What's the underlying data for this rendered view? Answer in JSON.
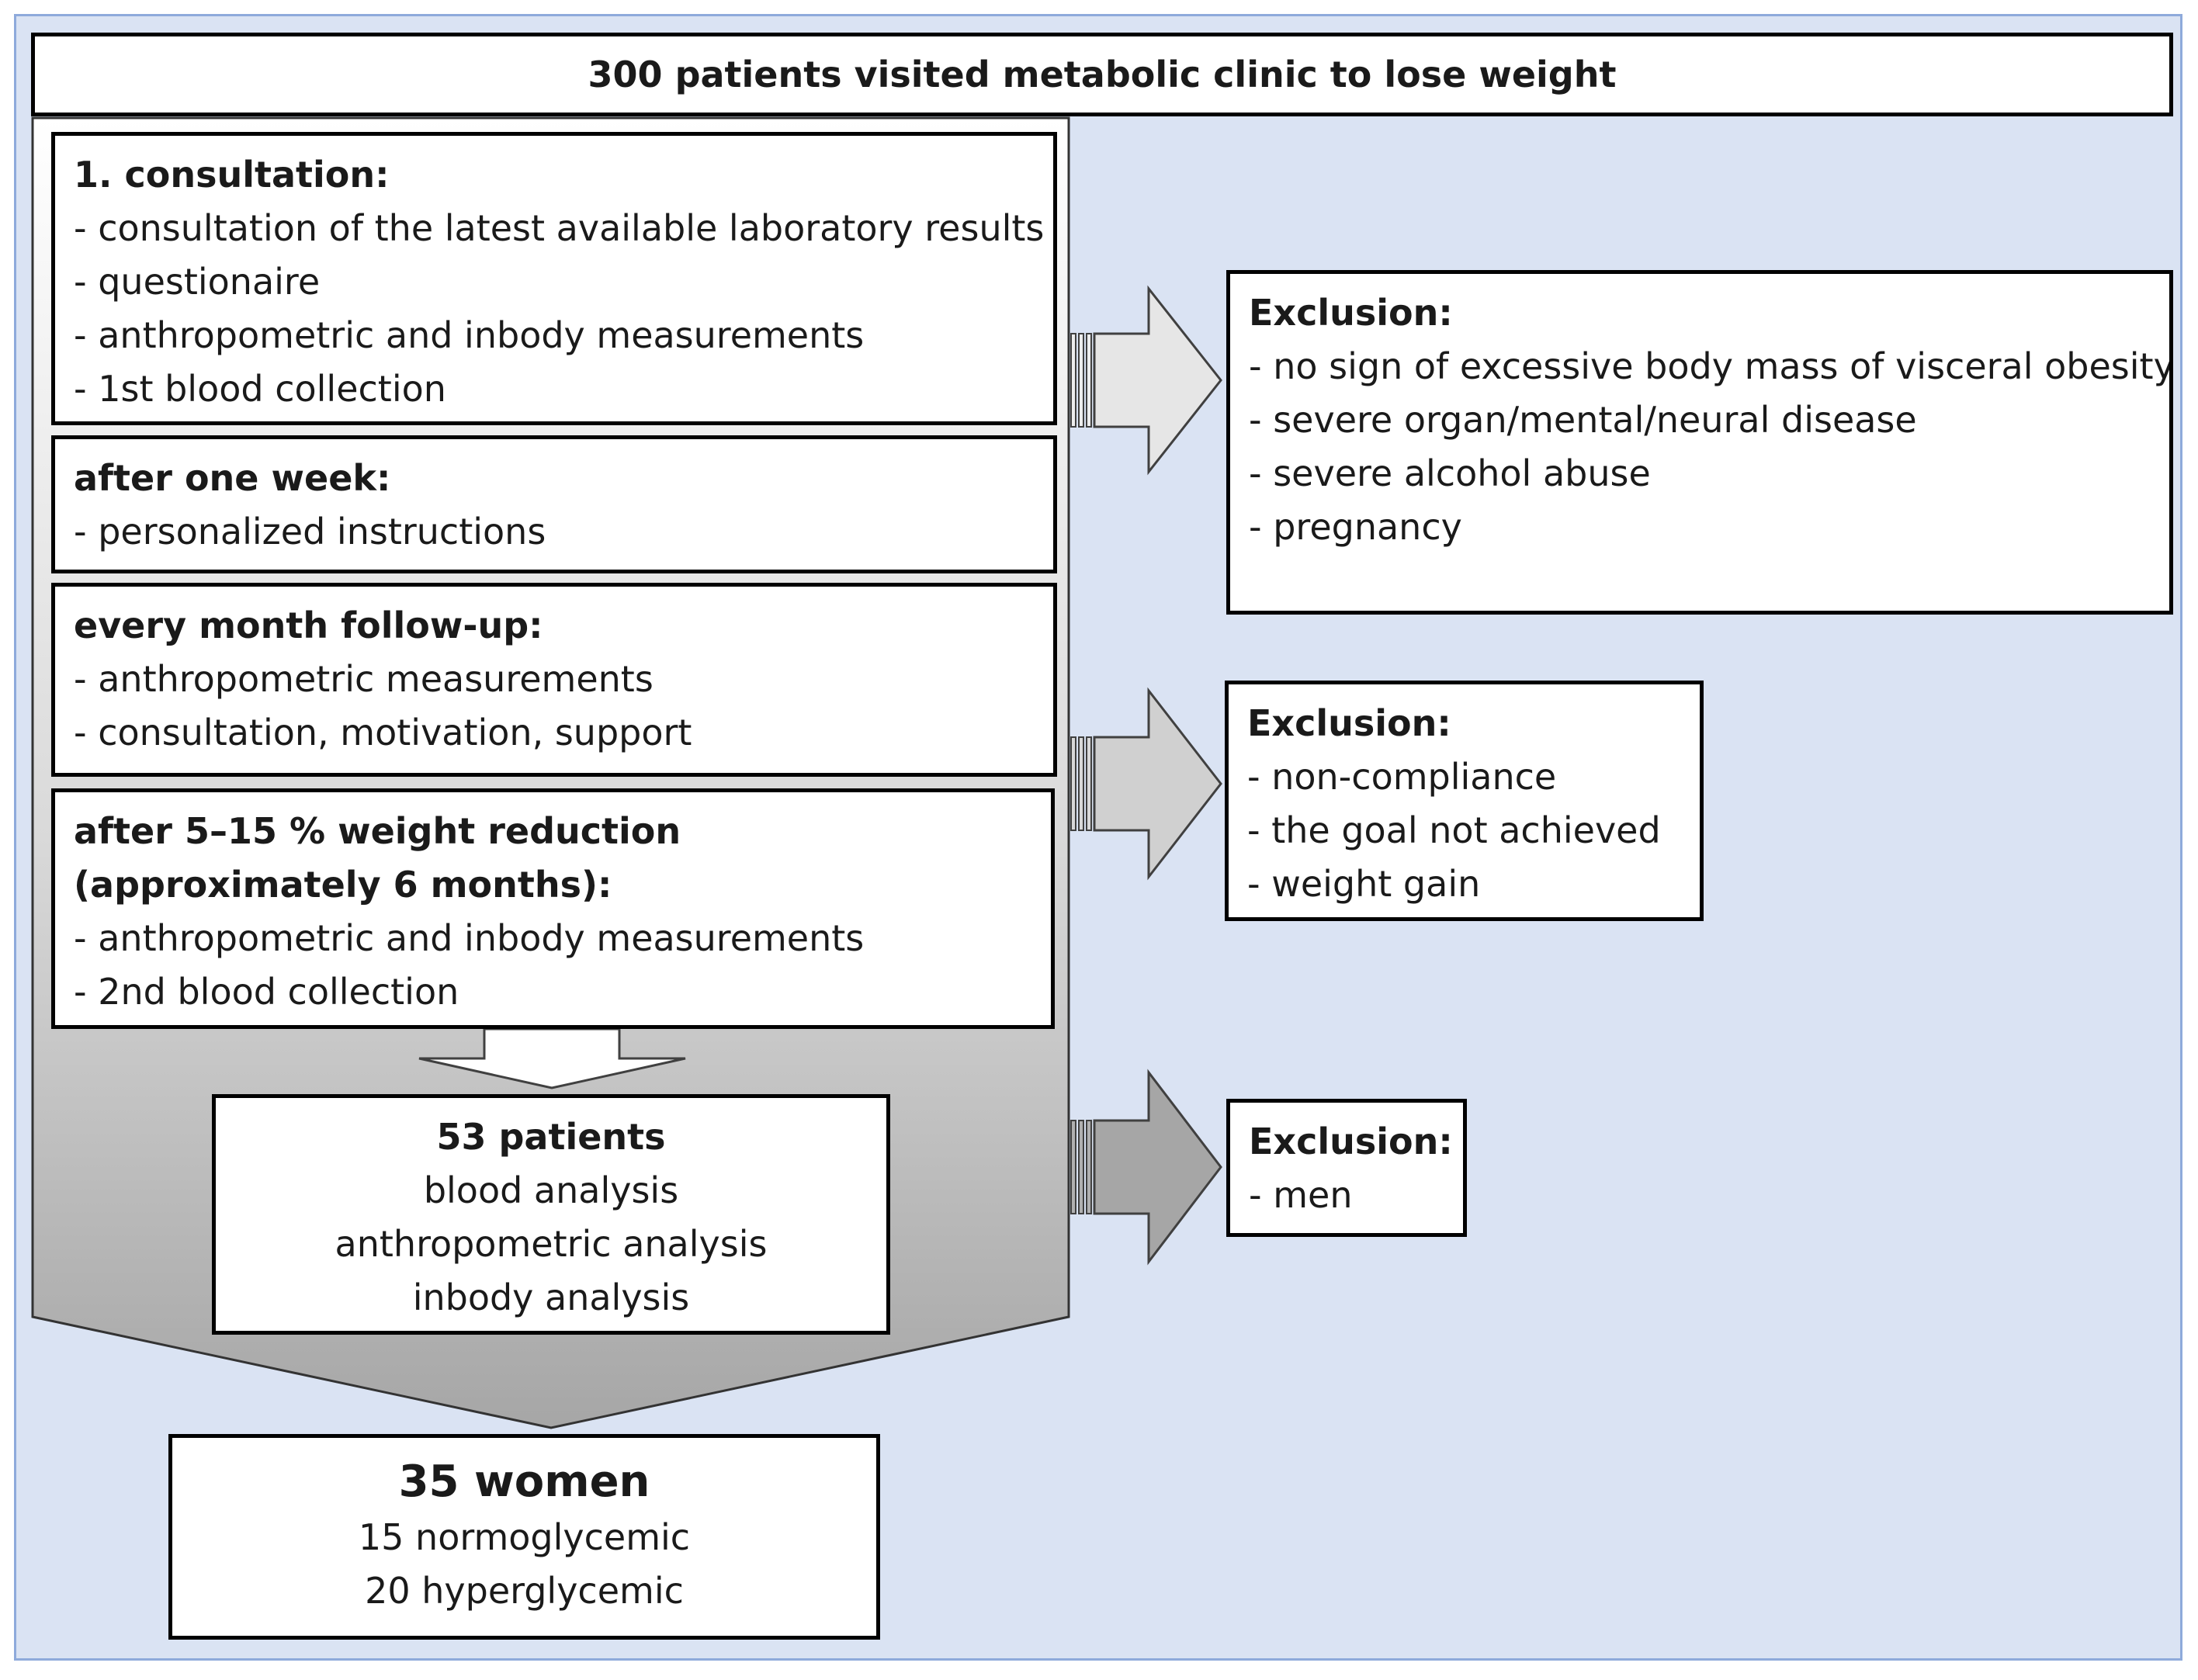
{
  "title": "300 patients visited metabolic clinic  to lose weight",
  "steps": [
    {
      "heading": "1. consultation:",
      "lines": [
        "- consultation of the latest available laboratory results",
        "- questionaire",
        "- anthropometric and inbody measurements",
        "- 1st blood collection"
      ]
    },
    {
      "heading": "after one week:",
      "lines": [
        "- personalized instructions"
      ]
    },
    {
      "heading": "every month follow-up:",
      "lines": [
        "- anthropometric measurements",
        "- consultation, motivation, support"
      ]
    },
    {
      "heading": "after 5–15 % weight reduction",
      "heading2": "(approximately 6 months):",
      "lines": [
        "- anthropometric and inbody measurements",
        "- 2nd blood collection"
      ]
    }
  ],
  "patients53": {
    "heading": "53 patients",
    "lines": [
      "blood analysis",
      "anthropometric analysis",
      "inbody analysis"
    ]
  },
  "final": {
    "heading": "35 women",
    "lines": [
      "15 normoglycemic",
      "20 hyperglycemic"
    ]
  },
  "exclusions": [
    {
      "heading": "Exclusion:",
      "lines": [
        "- no sign of excessive body mass of visceral obesity",
        "- severe organ/mental/neural disease",
        "- severe alcohol abuse",
        "- pregnancy"
      ]
    },
    {
      "heading": "Exclusion:",
      "lines": [
        "- non-compliance",
        "- the goal not achieved",
        "- weight gain"
      ]
    },
    {
      "heading": "Exclusion:",
      "lines": [
        "- men"
      ]
    }
  ],
  "colors": {
    "background": "#dae3f3",
    "frame_border": "#8eaadb",
    "arrow_light": "#e6e6e6",
    "arrow_mid": "#d0d0d0",
    "arrow_dark": "#a6a6a6"
  }
}
